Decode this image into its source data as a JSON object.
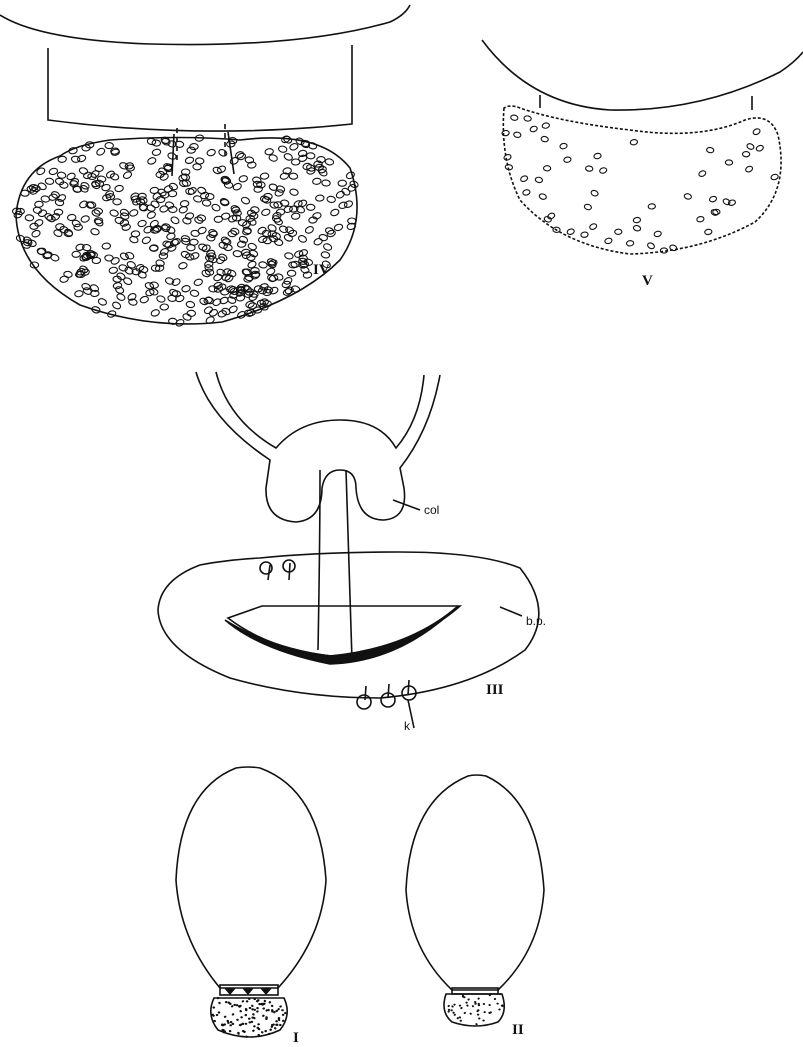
{
  "figures": {
    "fig_iv": {
      "label": "IV"
    },
    "fig_v": {
      "label": "V"
    },
    "fig_iii": {
      "label": "III",
      "callouts": {
        "col": "col",
        "bp": "b.p.",
        "k": "k"
      }
    },
    "fig_i": {
      "label": "I"
    },
    "fig_ii": {
      "label": "II"
    }
  },
  "style": {
    "ink": "#111111",
    "paper": "#ffffff"
  }
}
